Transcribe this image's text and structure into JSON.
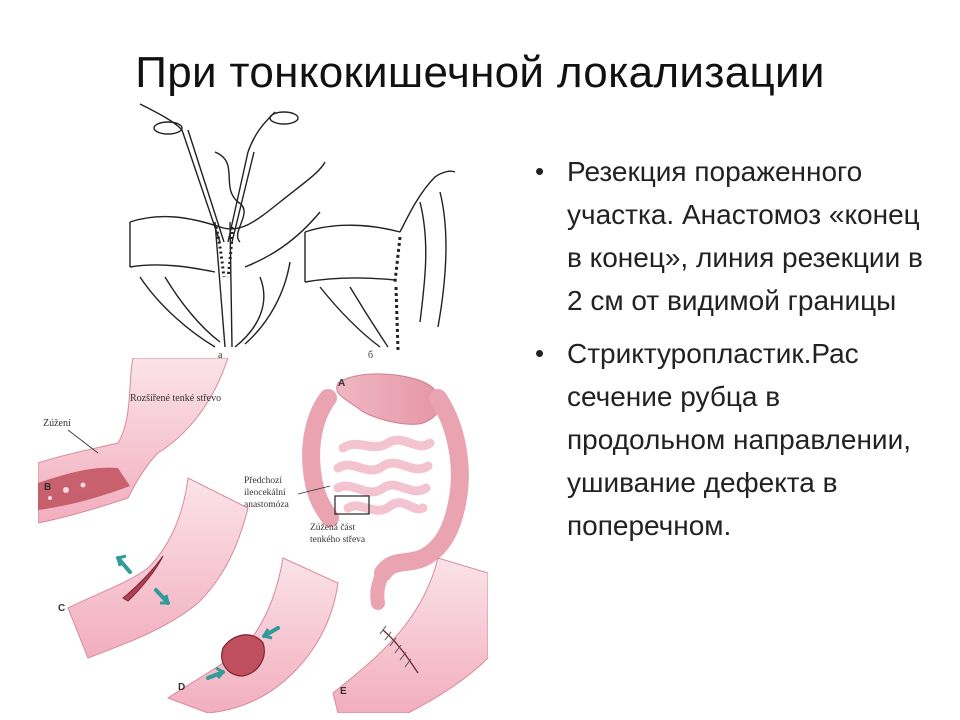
{
  "slide": {
    "title": "При тонкокишечной локализации",
    "bullets": [
      "Резекция пораженного участка. Анастомоз «конец в конец», линия резекции в 2 см от видимой границы",
      "Стриктуропластик.Рас сечение рубца в продольном направлении, ушивание дефекта в поперечном."
    ],
    "bullet_glyph": "•"
  },
  "figure_top": {
    "labels": {
      "left": "а",
      "right": "б"
    }
  },
  "figure_bottom": {
    "panel_labels": {
      "a": "A",
      "b": "B",
      "c": "C",
      "d": "D",
      "e": "E"
    },
    "annotations": {
      "dilated": "Rozšířené tenké střevo",
      "narrowing": "Zúžení",
      "anastomosis": [
        "Předchozí",
        "ileocekální",
        "anastomóza"
      ],
      "narrowed_part": [
        "Zúžená část",
        "tenkého střeva"
      ]
    },
    "colors": {
      "tissue": "#f3b9c6",
      "tissue_light": "#fbe3e9",
      "colon": "#e9a3b1",
      "arrow": "#2f9c9a"
    }
  }
}
